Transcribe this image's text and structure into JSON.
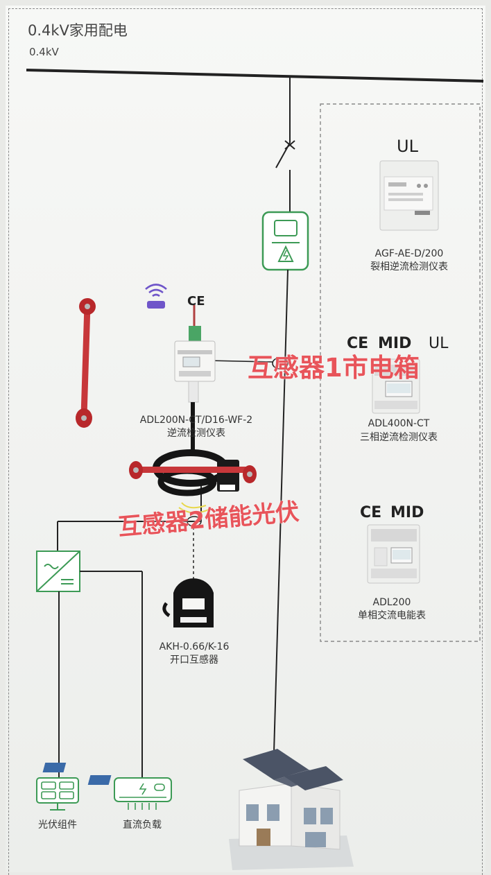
{
  "header": {
    "title": "0.4kV家用配电",
    "bus_label": "0.4kV"
  },
  "devices": {
    "agf": {
      "cert": "UL",
      "model": "AGF-AE-D/200",
      "desc": "裂相逆流检测仪表"
    },
    "adl400": {
      "cert_ce": "CE",
      "cert_mid": "MID",
      "cert_ul": "UL",
      "model": "ADL400N-CT",
      "desc": "三相逆流检测仪表"
    },
    "adl200": {
      "cert_ce": "CE",
      "cert_mid": "MID",
      "model": "ADL200",
      "desc": "单相交流电能表"
    },
    "adl200n": {
      "cert": "CE",
      "model": "ADL200N-CT/D16-WF-2",
      "desc": "逆流检测仪表"
    },
    "akh": {
      "model": "AKH-0.66/K-16",
      "desc": "开口互感器"
    }
  },
  "annotations": {
    "ct1": "互感器1市电箱",
    "ct2": "互感器2储能光伏"
  },
  "bottom": {
    "pv_label": "光伏组件",
    "dc_load_label": "直流负载"
  },
  "icons": [
    "wifi-icon",
    "breaker-switch-icon",
    "meter-box-icon",
    "inverter-icon",
    "solar-panel-icon",
    "dc-load-icon",
    "house-icon"
  ]
}
